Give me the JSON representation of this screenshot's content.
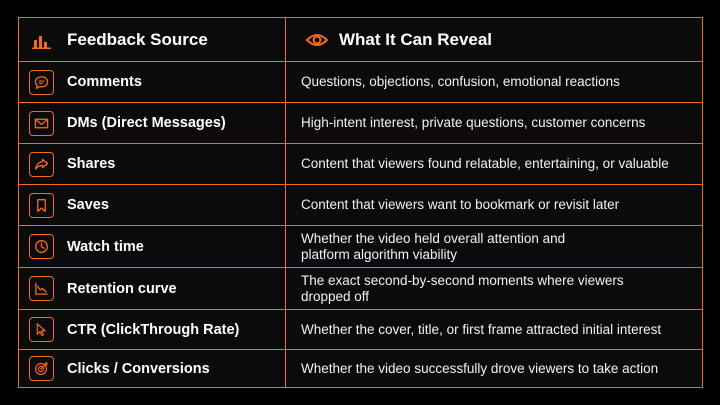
{
  "header": {
    "left_label": "Feedback Source",
    "right_label": "What It Can Reveal",
    "left_icon": "bar-chart-icon",
    "right_icon": "eye-icon"
  },
  "rows": [
    {
      "source": "Comments",
      "icon": "chat-bubble-icon",
      "reveal": "Questions, objections, confusion, emotional reactions"
    },
    {
      "source": "DMs (Direct Messages)",
      "icon": "envelope-icon",
      "reveal": "High-intent interest, private questions, customer concerns"
    },
    {
      "source": "Shares",
      "icon": "share-arrow-icon",
      "reveal": "Content that viewers found relatable, entertaining, or valuable"
    },
    {
      "source": "Saves",
      "icon": "bookmark-icon",
      "reveal": "Content that viewers want to bookmark or revisit later"
    },
    {
      "source": "Watch time",
      "icon": "clock-icon",
      "reveal": "Whether the video held overall attention and platform algorithm viability"
    },
    {
      "source": "Retention curve",
      "icon": "line-chart-icon",
      "reveal": "The exact second-by-second moments where viewers dropped off"
    },
    {
      "source": "CTR (ClickThrough Rate)",
      "icon": "cursor-icon",
      "reveal": "Whether the cover, title, or first frame attracted initial interest"
    },
    {
      "source": "Clicks / Conversions",
      "icon": "target-icon",
      "reveal": "Whether the video successfully drove viewers to take action"
    }
  ],
  "colors": {
    "accent": "#f26a1b",
    "background": "#000000",
    "text": "#ffffff"
  }
}
